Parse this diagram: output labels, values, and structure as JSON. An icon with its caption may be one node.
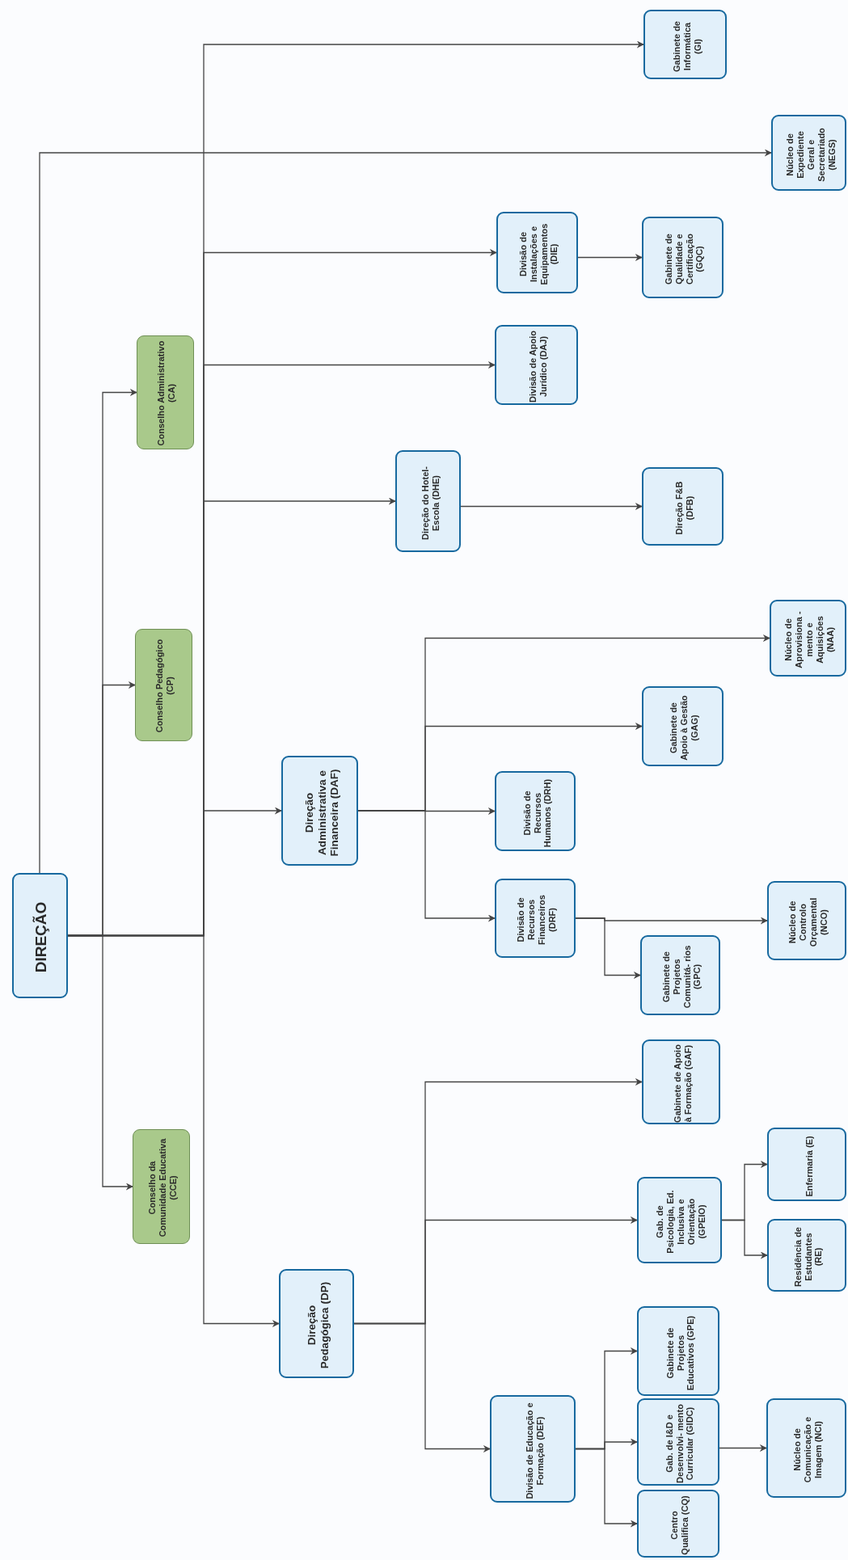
{
  "diagram": {
    "nodes": [
      {
        "text": [
          "DIREÇÃO"
        ]
      },
      {
        "text": [
          "Conselho da Comunidade Educativa (CCE)"
        ]
      },
      {
        "text": [
          "Conselho Pedagógico (CP)"
        ]
      },
      {
        "text": [
          "Conselho Administrativo (CA)"
        ]
      },
      {
        "text": [
          "Direção Pedagógica (DP)"
        ]
      },
      {
        "text": [
          "Direção Administrativa e Financeira (DAF)"
        ]
      },
      {
        "text": [
          "Direção do Hotel-Escola (DHE)"
        ]
      },
      {
        "text": [
          "Divisão de Apoio Jurídico (DAJ)"
        ]
      },
      {
        "text": [
          "Divisão de Instalações e Equipamentos (DIE)"
        ]
      },
      {
        "text": [
          "Divisão de Educação e Formação (DEF)"
        ]
      },
      {
        "text": [
          "Divisão de Recursos Financeiros (DRF)"
        ]
      },
      {
        "text": [
          "Divisão de Recursos Humanos (DRH)"
        ]
      },
      {
        "text": [
          "Gabinete de Apoio à Formação (GAF)"
        ]
      },
      {
        "text": [
          "Gab. de Psicologia, Ed. Inclusiva e Orientação (GPEIO)"
        ]
      },
      {
        "text": [
          "Gabinete de Projetos Educativos (GPE)"
        ]
      },
      {
        "text": [
          "Gab. de I&D e Desenvolvi- mento Curricular (GIDC)"
        ]
      },
      {
        "text": [
          "Centro Qualifica (CQ)"
        ]
      },
      {
        "text": [
          "Gabinete de Projetos Comunitá- rios (GPC)"
        ]
      },
      {
        "text": [
          "Gabinete de Apoio à Gestão (GAG)"
        ]
      },
      {
        "text": [
          "Direção F&B (DFB)"
        ]
      },
      {
        "text": [
          "Gabinete de Qualidade e Certificação (GQC)"
        ]
      },
      {
        "text": [
          "Gabinete de Informática (GI)"
        ]
      },
      {
        "text": [
          "Núcleo de Comunicação e Imagem (NCI)"
        ]
      },
      {
        "text": [
          "Residência de Estudantes (RE)"
        ]
      },
      {
        "text": [
          "Enfermaria (E)"
        ]
      },
      {
        "text": [
          "Núcleo de Controlo Orçamental (NCO)"
        ]
      },
      {
        "text": [
          "Núcleo de Aprovisiona -mento e Aquisições (NAA)"
        ]
      },
      {
        "text": [
          "Núcleo de Expediente Geral e Secretariado (NEGS)"
        ]
      }
    ],
    "edges": [
      {
        "from": 0,
        "to": 1,
        "arrow": "to"
      },
      {
        "from": 0,
        "to": 2,
        "arrow": "to"
      },
      {
        "from": 0,
        "to": 3,
        "arrow": "to"
      },
      {
        "from": 0,
        "to": 4,
        "arrow": "to"
      },
      {
        "from": 0,
        "to": 5,
        "arrow": "to"
      },
      {
        "from": 0,
        "to": 6,
        "arrow": "to"
      },
      {
        "from": 0,
        "to": 7,
        "arrow": "to"
      },
      {
        "from": 0,
        "to": 8,
        "arrow": "to"
      },
      {
        "from": 0,
        "to": 21,
        "arrow": "to"
      },
      {
        "from": 0,
        "to": 27,
        "arrow": "to"
      },
      {
        "from": 4,
        "to": 9,
        "arrow": "to"
      },
      {
        "from": 4,
        "to": 13,
        "arrow": "to"
      },
      {
        "from": 4,
        "to": 12,
        "arrow": "to"
      },
      {
        "from": 9,
        "to": 16,
        "arrow": "to"
      },
      {
        "from": 9,
        "to": 15,
        "arrow": "to"
      },
      {
        "from": 9,
        "to": 14,
        "arrow": "to"
      },
      {
        "from": 15,
        "to": 22,
        "arrow": "to"
      },
      {
        "from": 13,
        "to": 23,
        "arrow": "to"
      },
      {
        "from": 13,
        "to": 24,
        "arrow": "to"
      },
      {
        "from": 5,
        "to": 10,
        "arrow": "to"
      },
      {
        "from": 5,
        "to": 11,
        "arrow": "to"
      },
      {
        "from": 5,
        "to": 18,
        "arrow": "to"
      },
      {
        "from": 5,
        "to": 26,
        "arrow": "to"
      },
      {
        "from": 10,
        "to": 25,
        "arrow": "to"
      },
      {
        "from": 10,
        "to": 17,
        "arrow": "to"
      },
      {
        "from": 6,
        "to": 19,
        "arrow": "to"
      },
      {
        "from": 8,
        "to": 20,
        "arrow": "to"
      }
    ]
  }
}
